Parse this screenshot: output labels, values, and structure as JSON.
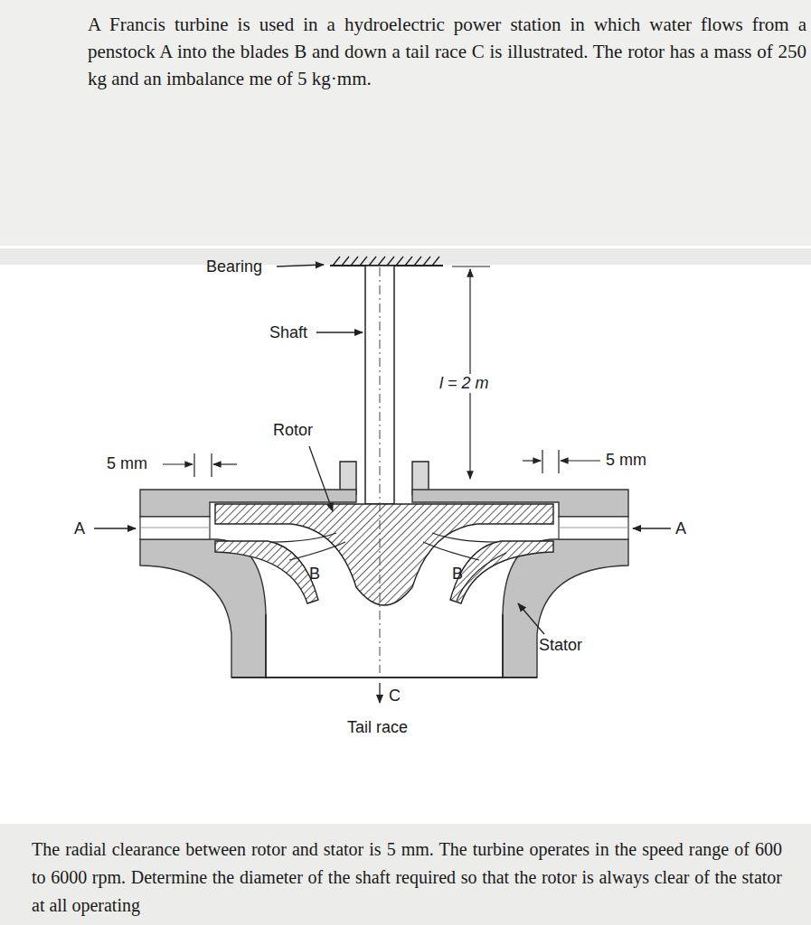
{
  "diagram": {
    "labels": [
      "A Francis turbine is used in a hydroelectric power station in which water flows from a penstock A into the blades B and down a tail race C is illustrated. The rotor has a mass of 250 kg and an imbalance me of 5 kg·mm.",
      "Bearing",
      "Shaft",
      "l = 2 m",
      "Rotor",
      "5 mm",
      "5 mm",
      "A",
      "A",
      "B",
      "B",
      "Stator",
      "C",
      "Tail race",
      "The radial clearance between rotor and stator is 5 mm. The turbine operates in the speed range of 600 to 6000 rpm. Determine the diameter of the shaft required so that the rotor is always clear of the stator at all operating"
    ]
  }
}
